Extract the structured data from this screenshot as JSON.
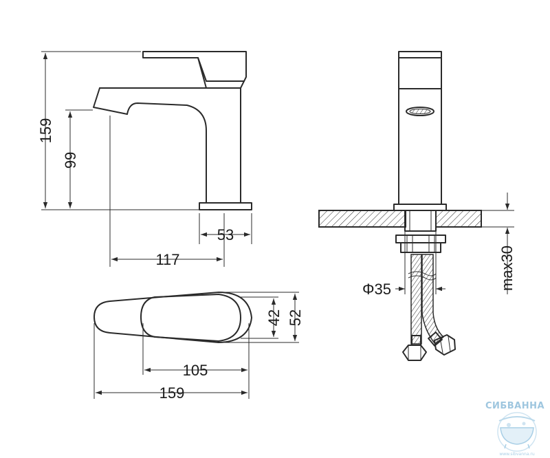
{
  "side_view": {
    "dim_total_height": "159",
    "dim_spout_height": "99",
    "dim_base": "53",
    "dim_reach": "117"
  },
  "top_view": {
    "dim_lever_width": "42",
    "dim_body_width": "52",
    "dim_lever_length": "105",
    "dim_total_length": "159"
  },
  "front_view": {
    "dim_hole_diameter": "Φ35",
    "dim_max_deck": "max30"
  },
  "watermark": {
    "brand": "СИБВАННА",
    "url": "www.sibvanna.ru"
  },
  "colors": {
    "line": "#2a2a2a",
    "watermark": "#9ec6df"
  }
}
